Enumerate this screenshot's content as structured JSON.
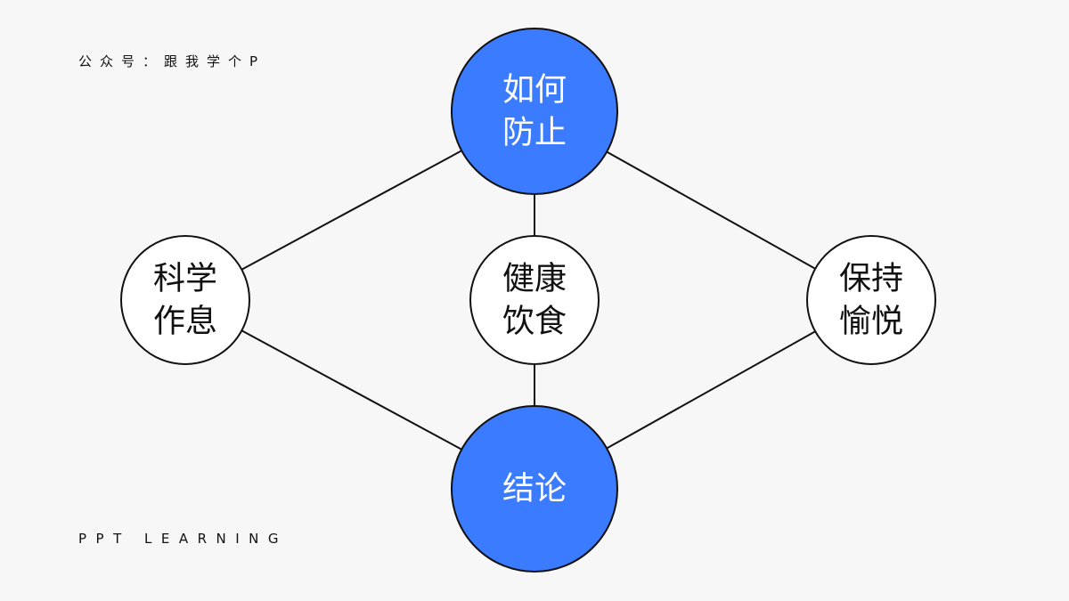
{
  "header_text": "公众号：跟我学个P",
  "footer_text": "PPT LEARNING",
  "colors": {
    "accent": "#3a7bff",
    "stroke": "#111111",
    "node_fill": "#ffffff",
    "background": "#f7f7f7"
  },
  "diagram": {
    "nodes": {
      "prevent": {
        "lines": [
          "如何",
          "防止"
        ]
      },
      "sleep": {
        "lines": [
          "科学",
          "作息"
        ]
      },
      "diet": {
        "lines": [
          "健康",
          "饮食"
        ]
      },
      "mood": {
        "lines": [
          "保持",
          "愉悦"
        ]
      },
      "conclusion": {
        "lines": [
          "结论"
        ]
      }
    },
    "edges": [
      [
        "prevent",
        "sleep"
      ],
      [
        "prevent",
        "diet"
      ],
      [
        "prevent",
        "mood"
      ],
      [
        "sleep",
        "conclusion"
      ],
      [
        "diet",
        "conclusion"
      ],
      [
        "mood",
        "conclusion"
      ]
    ]
  }
}
